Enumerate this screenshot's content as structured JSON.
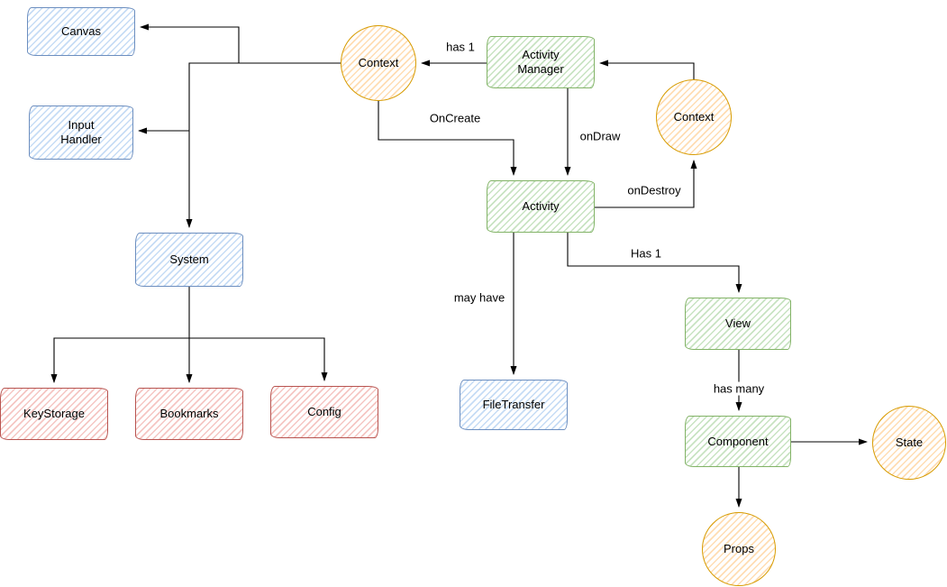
{
  "diagram": {
    "type": "flowchart",
    "style": "hand-drawn-sketch",
    "background": "#ffffff",
    "nodes": [
      {
        "id": "canvas",
        "label": "Canvas",
        "shape": "rectangle",
        "color_role": "blue"
      },
      {
        "id": "input-handler",
        "label": "Input Handler",
        "shape": "rectangle",
        "color_role": "blue"
      },
      {
        "id": "system",
        "label": "System",
        "shape": "rectangle",
        "color_role": "blue"
      },
      {
        "id": "keystorage",
        "label": "KeyStorage",
        "shape": "rectangle",
        "color_role": "red"
      },
      {
        "id": "bookmarks",
        "label": "Bookmarks",
        "shape": "rectangle",
        "color_role": "red"
      },
      {
        "id": "config",
        "label": "Config",
        "shape": "rectangle",
        "color_role": "red"
      },
      {
        "id": "context-left",
        "label": "Context",
        "shape": "circle",
        "color_role": "orange"
      },
      {
        "id": "activity-manager",
        "label": "Activity Manager",
        "shape": "rectangle",
        "color_role": "green"
      },
      {
        "id": "context-right",
        "label": "Context",
        "shape": "circle",
        "color_role": "orange"
      },
      {
        "id": "activity",
        "label": "Activity",
        "shape": "rectangle",
        "color_role": "green"
      },
      {
        "id": "filetransfer",
        "label": "FileTransfer",
        "shape": "rectangle",
        "color_role": "blue"
      },
      {
        "id": "view",
        "label": "View",
        "shape": "rectangle",
        "color_role": "green"
      },
      {
        "id": "component",
        "label": "Component",
        "shape": "rectangle",
        "color_role": "green"
      },
      {
        "id": "state",
        "label": "State",
        "shape": "circle",
        "color_role": "orange"
      },
      {
        "id": "props",
        "label": "Props",
        "shape": "circle",
        "color_role": "orange"
      }
    ],
    "edges": [
      {
        "from": "activity-manager",
        "to": "context-left",
        "label": "has 1"
      },
      {
        "from": "context-left",
        "to": "canvas",
        "label": ""
      },
      {
        "from": "context-left",
        "to": "input-handler",
        "label": ""
      },
      {
        "from": "context-left",
        "to": "system",
        "label": ""
      },
      {
        "from": "context-left",
        "to": "activity",
        "label": "OnCreate"
      },
      {
        "from": "activity-manager",
        "to": "activity",
        "label": "onDraw"
      },
      {
        "from": "activity",
        "to": "context-right",
        "label": "onDestroy"
      },
      {
        "from": "context-right",
        "to": "activity-manager",
        "label": ""
      },
      {
        "from": "activity",
        "to": "filetransfer",
        "label": "may have"
      },
      {
        "from": "activity",
        "to": "view",
        "label": "Has 1"
      },
      {
        "from": "view",
        "to": "component",
        "label": "has many"
      },
      {
        "from": "component",
        "to": "state",
        "label": ""
      },
      {
        "from": "component",
        "to": "props",
        "label": ""
      },
      {
        "from": "system",
        "to": "keystorage",
        "label": ""
      },
      {
        "from": "system",
        "to": "bookmarks",
        "label": ""
      },
      {
        "from": "system",
        "to": "config",
        "label": ""
      }
    ],
    "colors": {
      "blue_fill": "#dae8fc",
      "blue_stroke": "#6c8ebf",
      "green_fill": "#d5e8d4",
      "green_stroke": "#82b366",
      "red_fill": "#f8cecc",
      "red_stroke": "#b85450",
      "orange_fill": "#ffe6cc",
      "orange_stroke": "#d79b00",
      "line": "#000000"
    }
  }
}
